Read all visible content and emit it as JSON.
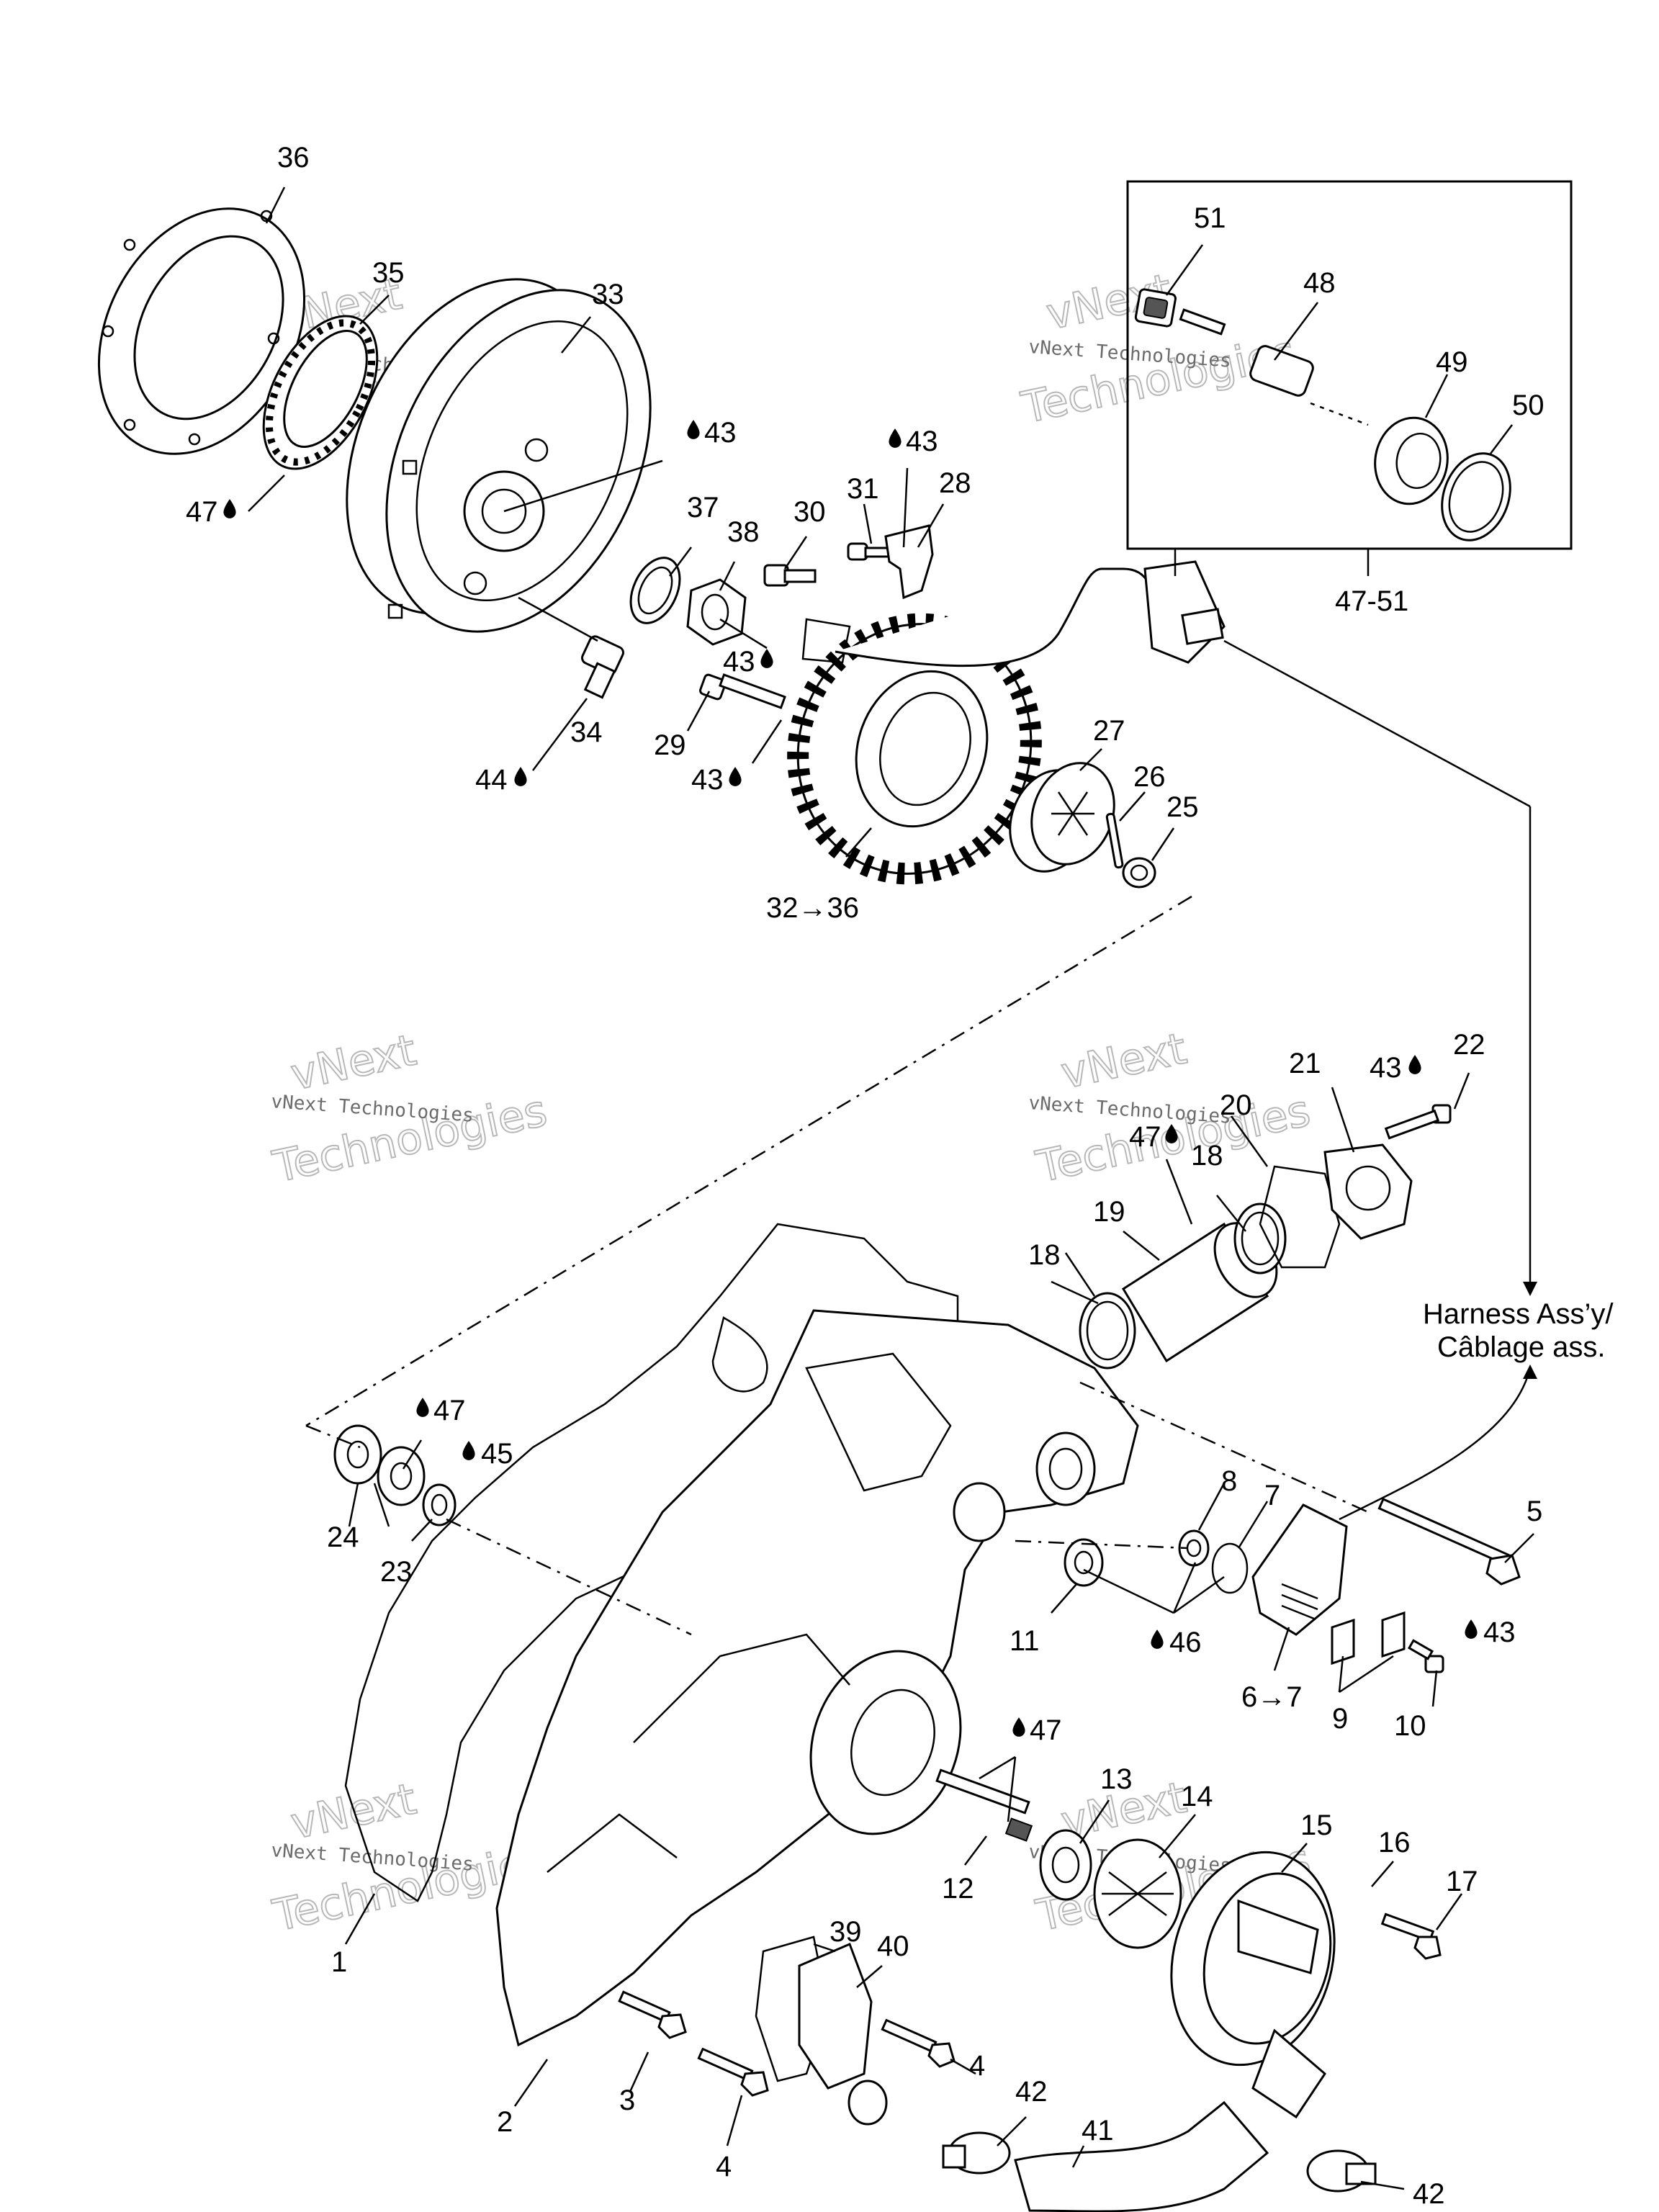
{
  "callouts": {
    "c36": "36",
    "c35": "35",
    "c33": "33",
    "c47_top": "47",
    "c43_a": "43",
    "c37": "37",
    "c38": "38",
    "c30": "30",
    "c31": "31",
    "c43_b": "43",
    "c28": "28",
    "c43_c": "43",
    "c34": "34",
    "c44": "44",
    "c29": "29",
    "c43_d": "43",
    "c27": "27",
    "c26": "26",
    "c25": "25",
    "c32_36": "32→36",
    "c51": "51",
    "c48": "48",
    "c49": "49",
    "c50": "50",
    "c47_51": "47-51",
    "c21": "21",
    "c43_e": "43",
    "c22": "22",
    "c20": "20",
    "c47_mid": "47",
    "c18_a": "18",
    "c19": "19",
    "c18_b": "18",
    "c47_l": "47",
    "c45": "45",
    "c24": "24",
    "c23": "23",
    "c8": "8",
    "c7": "7",
    "c5": "5",
    "c11": "11",
    "c46": "46",
    "c6_7": "6→7",
    "c9": "9",
    "c10": "10",
    "c43_f": "43",
    "c47_low": "47",
    "c13": "13",
    "c14": "14",
    "c15": "15",
    "c16": "16",
    "c17": "17",
    "c12": "12",
    "c1": "1",
    "c39": "39",
    "c40": "40",
    "c2": "2",
    "c3": "3",
    "c4_a": "4",
    "c4_b": "4",
    "c42_a": "42",
    "c41": "41",
    "c42_b": "42"
  },
  "harness_label": {
    "line1": "Harness Ass’y/",
    "line2": "Câblage ass."
  },
  "watermarks": {
    "small": "vNext Technologies",
    "big_top": "vNext",
    "big_bottom": "Technologies"
  },
  "colors": {
    "ink": "#000000",
    "watermark": "#b8b8b8",
    "paper": "#ffffff"
  },
  "icons": [
    "oil-drop-icon",
    "arrow-right-icon"
  ]
}
